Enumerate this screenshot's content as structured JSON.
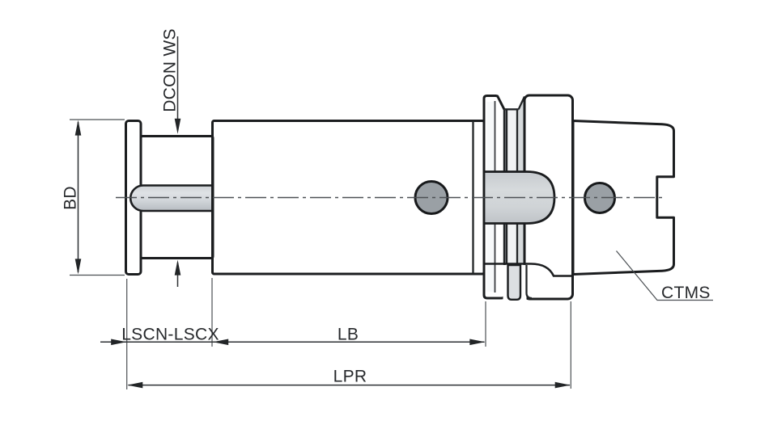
{
  "drawing": {
    "description": "Tool holder side-view dimension drawing (HSK taper shank)",
    "labels": {
      "bd": "BD",
      "dcon_ws": "DCON WS",
      "lscn_lscx": "LSCN-LSCX",
      "lb": "LB",
      "lpr": "LPR",
      "ctms": "CTMS"
    },
    "colors": {
      "background": "#ffffff",
      "outline": "#1b1d1f",
      "dimension_lines": "#2e3134",
      "metal_highlight": "#f8f9fa",
      "metal_shadow": "#c0c4c8",
      "hole_fill": "#9aa0a5"
    }
  }
}
